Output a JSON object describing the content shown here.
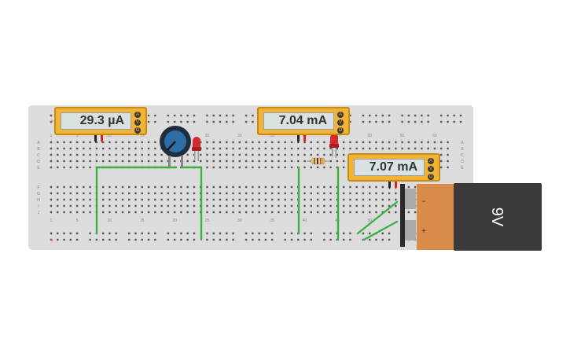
{
  "meters": [
    {
      "id": "meter-1",
      "reading": "29.3 µA",
      "buttons": [
        "A",
        "V",
        "Ω"
      ]
    },
    {
      "id": "meter-2",
      "reading": "7.04 mA",
      "buttons": [
        "A",
        "V",
        "Ω"
      ]
    },
    {
      "id": "meter-3",
      "reading": "7.07 mA",
      "buttons": [
        "A",
        "V",
        "Ω"
      ]
    }
  ],
  "battery": {
    "label": "9V",
    "minus": "−",
    "plus": "+"
  },
  "breadboard": {
    "col_numbers": [
      "1",
      "5",
      "10",
      "15",
      "20",
      "25",
      "30",
      "35",
      "40",
      "45",
      "50",
      "55",
      "60"
    ],
    "rows_top": [
      "A",
      "B",
      "C",
      "D",
      "E"
    ],
    "rows_bottom": [
      "F",
      "G",
      "H",
      "I",
      "J"
    ],
    "rail_plus": "+",
    "rail_minus": "−"
  },
  "colors": {
    "wire": "#3cb043",
    "board": "#dcdcdc",
    "meter_body": "#f3b334",
    "battery_body": "#d98c4a",
    "battery_cap": "#3a3a3a",
    "led": "#d62a2a",
    "potentiometer": "#2e6ea6"
  }
}
